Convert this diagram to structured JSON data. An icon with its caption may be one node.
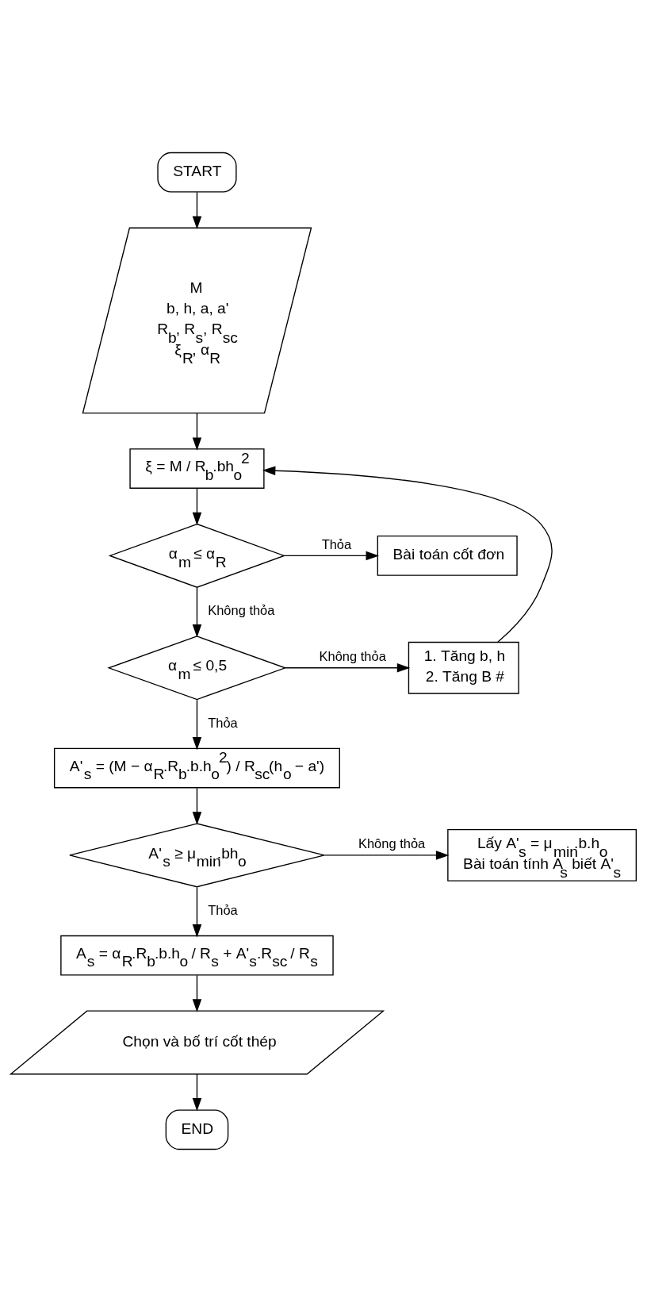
{
  "diagram": {
    "nodes": [
      {
        "text": [
          "START"
        ]
      },
      {
        "text": [
          "M",
          "b, h, a, a'",
          "R$_{b}$, R$_{s}$, R$_{sc}$",
          "ξ$_{R}$, α$_{R}$"
        ]
      },
      {
        "text": [
          "ξ = M / R$_{b}$.bh$_{o}$$^{2}$"
        ]
      },
      {
        "text": [
          "α$_{m}$ ≤ α$_{R}$"
        ]
      },
      {
        "text": [
          "Bài toán cốt đơn"
        ]
      },
      {
        "text": [
          "α$_{m}$ ≤ 0,5"
        ]
      },
      {
        "text": [
          "1. Tăng b, h",
          "2. Tăng B #"
        ]
      },
      {
        "text": [
          "A'$_{s}$ = (M − α$_{R}$.R$_{b}$.b.h$_{o}$$^{2}$) / R$_{sc}$(h$_{o}$ − a')"
        ]
      },
      {
        "text": [
          "A'$_{s}$ ≥ μ$_{min}$.bh$_{o}$"
        ]
      },
      {
        "text": [
          "Lấy A'$_{s}$ = μ$_{min}$.b.h$_{o}$",
          "Bài toán tính A$_{s}$ biết A'$_{s}$"
        ]
      },
      {
        "text": [
          "A$_{s}$ = α$_{R}$.R$_{b}$.b.h$_{o}$ / R$_{s}$ + A'$_{s}$.R$_{sc}$ / R$_{s}$"
        ]
      },
      {
        "text": [
          "Chọn và bố trí cốt thép"
        ]
      },
      {
        "text": [
          "END"
        ]
      }
    ],
    "edges": [
      {
        "from": 0,
        "to": 1,
        "arrow": "to"
      },
      {
        "from": 1,
        "to": 2,
        "arrow": "to"
      },
      {
        "from": 2,
        "to": 3,
        "arrow": "to"
      },
      {
        "from": 3,
        "to": 4,
        "arrow": "to",
        "label": "Thỏa"
      },
      {
        "from": 3,
        "to": 5,
        "arrow": "to",
        "label": "Không thỏa"
      },
      {
        "from": 5,
        "to": 6,
        "arrow": "to",
        "label": "Không thỏa"
      },
      {
        "from": 6,
        "to": 2,
        "arrow": "to"
      },
      {
        "from": 5,
        "to": 7,
        "arrow": "to",
        "label": "Thỏa"
      },
      {
        "from": 7,
        "to": 8,
        "arrow": "to"
      },
      {
        "from": 8,
        "to": 9,
        "arrow": "to",
        "label": "Không thỏa"
      },
      {
        "from": 8,
        "to": 10,
        "arrow": "to",
        "label": "Thỏa"
      },
      {
        "from": 10,
        "to": 11,
        "arrow": "to"
      },
      {
        "from": 11,
        "to": 12,
        "arrow": "to"
      }
    ]
  }
}
